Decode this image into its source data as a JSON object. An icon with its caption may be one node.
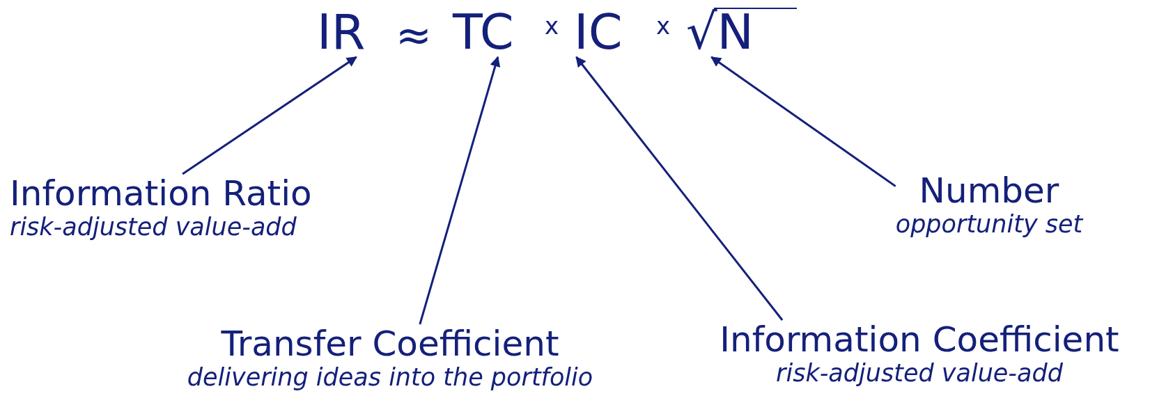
{
  "diagram": {
    "nodes": [
      {
        "text": [
          "IR"
        ]
      },
      {
        "text": [
          "TC"
        ]
      },
      {
        "text": [
          "IC"
        ]
      },
      {
        "text": [
          "√N"
        ]
      },
      {
        "text": [
          "Information Ratio",
          "risk-adjusted value-add"
        ]
      },
      {
        "text": [
          "Number",
          "opportunity set"
        ]
      },
      {
        "text": [
          "Transfer Coefficient",
          "delivering ideas into the portfolio"
        ]
      },
      {
        "text": [
          "Information Coefficient",
          "risk-adjusted value-add"
        ]
      }
    ],
    "edges": [
      {
        "from": 4,
        "to": 0,
        "arrow": "to"
      },
      {
        "from": 6,
        "to": 1,
        "arrow": "to"
      },
      {
        "from": 7,
        "to": 2,
        "arrow": "to"
      },
      {
        "from": 5,
        "to": 3,
        "arrow": "to"
      }
    ],
    "labels": [
      "≈",
      "x",
      "x"
    ]
  }
}
